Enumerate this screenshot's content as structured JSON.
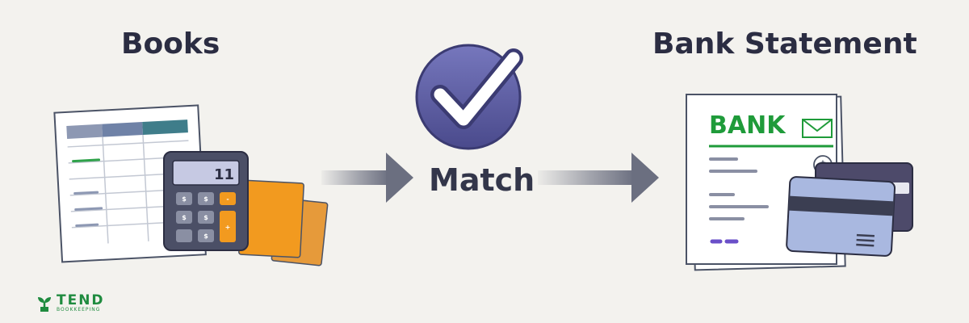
{
  "books": {
    "title": "Books",
    "calculator_display": "11",
    "keys": [
      "$",
      "$",
      "-",
      "$",
      "$",
      "+",
      "$"
    ]
  },
  "match": {
    "label": "Match"
  },
  "bank": {
    "title": "Bank Statement",
    "doc_heading": "BANK",
    "coin_symbol": "$"
  },
  "brand": {
    "name": "TEND",
    "tagline": "BOOKKEEPING"
  },
  "colors": {
    "background": "#f3f2ee",
    "heading": "#2b2d42",
    "check_circle": "#5a5a9e",
    "arrow": "#6b6f80",
    "bank_green": "#1f9b3a",
    "calc_orange": "#f29a1f",
    "card_blue": "#a9b8e0"
  }
}
